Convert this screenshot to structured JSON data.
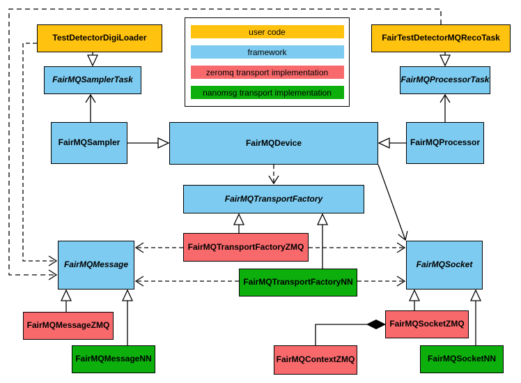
{
  "palette": {
    "user_code": "#FFC20E",
    "framework": "#7DCBF0",
    "zeromq": "#F8696C",
    "nanomsg": "#0CAF0C"
  },
  "legend": {
    "items": [
      {
        "label": "user code",
        "category": "user_code"
      },
      {
        "label": "framework",
        "category": "framework"
      },
      {
        "label": "zeromq transport implementation",
        "category": "zeromq"
      },
      {
        "label": "nanomsg transport implementation",
        "category": "nanomsg"
      }
    ]
  },
  "nodes": {
    "digiloader": {
      "label": "TestDetectorDigiLoader",
      "category": "user_code",
      "abstract": false
    },
    "recotask": {
      "label": "FairTestDetectorMQRecoTask",
      "category": "user_code",
      "abstract": false
    },
    "samplertask": {
      "label": "FairMQSamplerTask",
      "category": "framework",
      "abstract": true
    },
    "processortask": {
      "label": "FairMQProcessorTask",
      "category": "framework",
      "abstract": true
    },
    "sampler": {
      "label": "FairMQSampler",
      "category": "framework",
      "abstract": false
    },
    "device": {
      "label": "FairMQDevice",
      "category": "framework",
      "abstract": false
    },
    "processor": {
      "label": "FairMQProcessor",
      "category": "framework",
      "abstract": false
    },
    "transportfactory": {
      "label": "FairMQTransportFactory",
      "category": "framework",
      "abstract": true
    },
    "tfzmq": {
      "label": "FairMQTransportFactoryZMQ",
      "category": "zeromq",
      "abstract": false
    },
    "tfnn": {
      "label": "FairMQTransportFactoryNN",
      "category": "nanomsg",
      "abstract": false
    },
    "message": {
      "label": "FairMQMessage",
      "category": "framework",
      "abstract": true
    },
    "socket": {
      "label": "FairMQSocket",
      "category": "framework",
      "abstract": true
    },
    "messagezmq": {
      "label": "FairMQMessageZMQ",
      "category": "zeromq",
      "abstract": false
    },
    "messagenn": {
      "label": "FairMQMessageNN",
      "category": "nanomsg",
      "abstract": false
    },
    "socketzmq": {
      "label": "FairMQSocketZMQ",
      "category": "zeromq",
      "abstract": false
    },
    "socketnn": {
      "label": "FairMQSocketNN",
      "category": "nanomsg",
      "abstract": false
    },
    "contextzmq": {
      "label": "FairMQContextZMQ",
      "category": "zeromq",
      "abstract": false
    }
  },
  "relations": [
    {
      "from": "TestDetectorDigiLoader",
      "to": "FairMQSamplerTask",
      "type": "inheritance"
    },
    {
      "from": "FairTestDetectorMQRecoTask",
      "to": "FairMQProcessorTask",
      "type": "inheritance"
    },
    {
      "from": "FairMQSampler",
      "to": "FairMQDevice",
      "type": "inheritance"
    },
    {
      "from": "FairMQProcessor",
      "to": "FairMQDevice",
      "type": "inheritance"
    },
    {
      "from": "FairMQTransportFactoryZMQ",
      "to": "FairMQTransportFactory",
      "type": "inheritance"
    },
    {
      "from": "FairMQTransportFactoryNN",
      "to": "FairMQTransportFactory",
      "type": "inheritance"
    },
    {
      "from": "FairMQMessageZMQ",
      "to": "FairMQMessage",
      "type": "inheritance"
    },
    {
      "from": "FairMQMessageNN",
      "to": "FairMQMessage",
      "type": "inheritance"
    },
    {
      "from": "FairMQSocketZMQ",
      "to": "FairMQSocket",
      "type": "inheritance"
    },
    {
      "from": "FairMQSocketNN",
      "to": "FairMQSocket",
      "type": "inheritance"
    },
    {
      "from": "FairMQSampler",
      "to": "FairMQSamplerTask",
      "type": "association"
    },
    {
      "from": "FairMQProcessor",
      "to": "FairMQProcessorTask",
      "type": "association"
    },
    {
      "from": "FairMQDevice",
      "to": "FairMQSocket",
      "type": "association"
    },
    {
      "from": "FairMQDevice",
      "to": "FairMQTransportFactory",
      "type": "dependency"
    },
    {
      "from": "FairMQTransportFactoryZMQ",
      "to": "FairMQMessage",
      "type": "dependency"
    },
    {
      "from": "FairMQTransportFactoryNN",
      "to": "FairMQMessage",
      "type": "dependency"
    },
    {
      "from": "FairMQTransportFactoryZMQ",
      "to": "FairMQSocket",
      "type": "dependency"
    },
    {
      "from": "FairMQTransportFactoryNN",
      "to": "FairMQSocket",
      "type": "dependency"
    },
    {
      "from": "TestDetectorDigiLoader",
      "to": "FairMQMessage",
      "type": "dependency"
    },
    {
      "from": "FairTestDetectorMQRecoTask",
      "to": "FairMQMessage",
      "type": "dependency"
    },
    {
      "from": "FairMQContextZMQ",
      "to": "FairMQSocketZMQ",
      "type": "composition"
    }
  ]
}
